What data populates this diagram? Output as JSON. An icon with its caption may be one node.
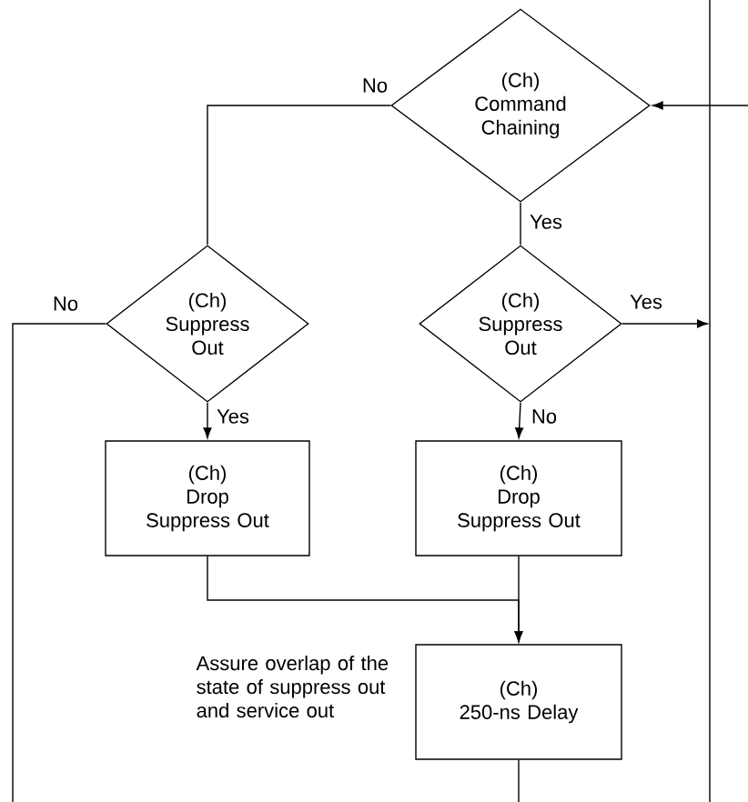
{
  "diagram": {
    "nodes": [
      {
        "text": [
          "(Ch)",
          "Command Chaining"
        ]
      },
      {
        "text": [
          "(Ch)",
          "Suppress Out"
        ]
      },
      {
        "text": [
          "(Ch)",
          "Suppress Out"
        ]
      },
      {
        "text": [
          "(Ch)",
          "Drop Suppress Out"
        ]
      },
      {
        "text": [
          "(Ch)",
          "Drop Suppress Out"
        ]
      },
      {
        "text": [
          "(Ch)",
          "250-ns Delay"
        ],
        "beside": [
          "Assure overlap of the state of suppress out and service out"
        ]
      }
    ],
    "edges": [
      {
        "from": null,
        "to": 0,
        "arrow": "to"
      },
      {
        "from": 0,
        "to": 1,
        "arrow": "none",
        "label": "No"
      },
      {
        "from": 0,
        "to": 2,
        "arrow": "none",
        "label": "Yes"
      },
      {
        "from": 2,
        "to": null,
        "arrow": "to",
        "label": "Yes"
      },
      {
        "from": 2,
        "to": 4,
        "arrow": "to",
        "label": "No"
      },
      {
        "from": 1,
        "to": null,
        "arrow": "none",
        "label": "No"
      },
      {
        "from": 1,
        "to": 3,
        "arrow": "to",
        "label": "Yes"
      },
      {
        "from": 3,
        "to": 5,
        "arrow": "to"
      },
      {
        "from": 4,
        "to": 5,
        "arrow": "to"
      },
      {
        "from": 5,
        "to": null,
        "arrow": "none"
      }
    ]
  }
}
